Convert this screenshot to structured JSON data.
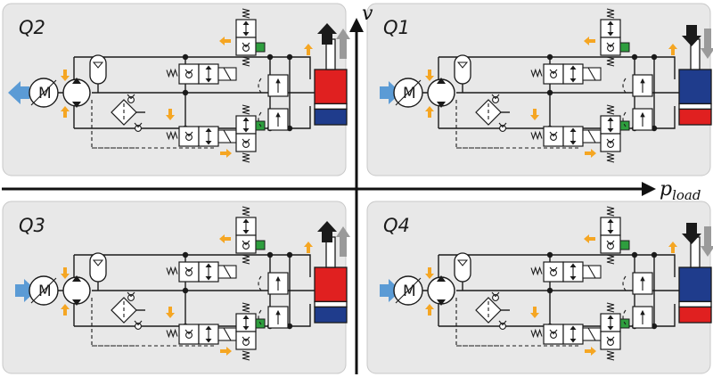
{
  "axes": {
    "y_label": "v",
    "x_label_main": "p",
    "x_label_sub": "load"
  },
  "motor_label": "M",
  "colors": {
    "orange": "#f5a623",
    "blue": "#5b9bd5",
    "green": "#2e9e3e",
    "red": "#e02020",
    "navy": "#1f3c8c",
    "gray": "#9a9a9a",
    "black": "#1a1a1a"
  },
  "quadrants": [
    {
      "label": "Q2",
      "cylinder_rod_end": "red",
      "cylinder_head_end": "navy",
      "velocity_arrow": "up",
      "flow_arrow": "outward"
    },
    {
      "label": "Q1",
      "cylinder_rod_end": "navy",
      "cylinder_head_end": "red",
      "velocity_arrow": "down",
      "flow_arrow": "inward"
    },
    {
      "label": "Q3",
      "cylinder_rod_end": "red",
      "cylinder_head_end": "navy",
      "velocity_arrow": "up",
      "flow_arrow": "inward"
    },
    {
      "label": "Q4",
      "cylinder_rod_end": "navy",
      "cylinder_head_end": "red",
      "velocity_arrow": "down",
      "flow_arrow": "inward"
    }
  ]
}
